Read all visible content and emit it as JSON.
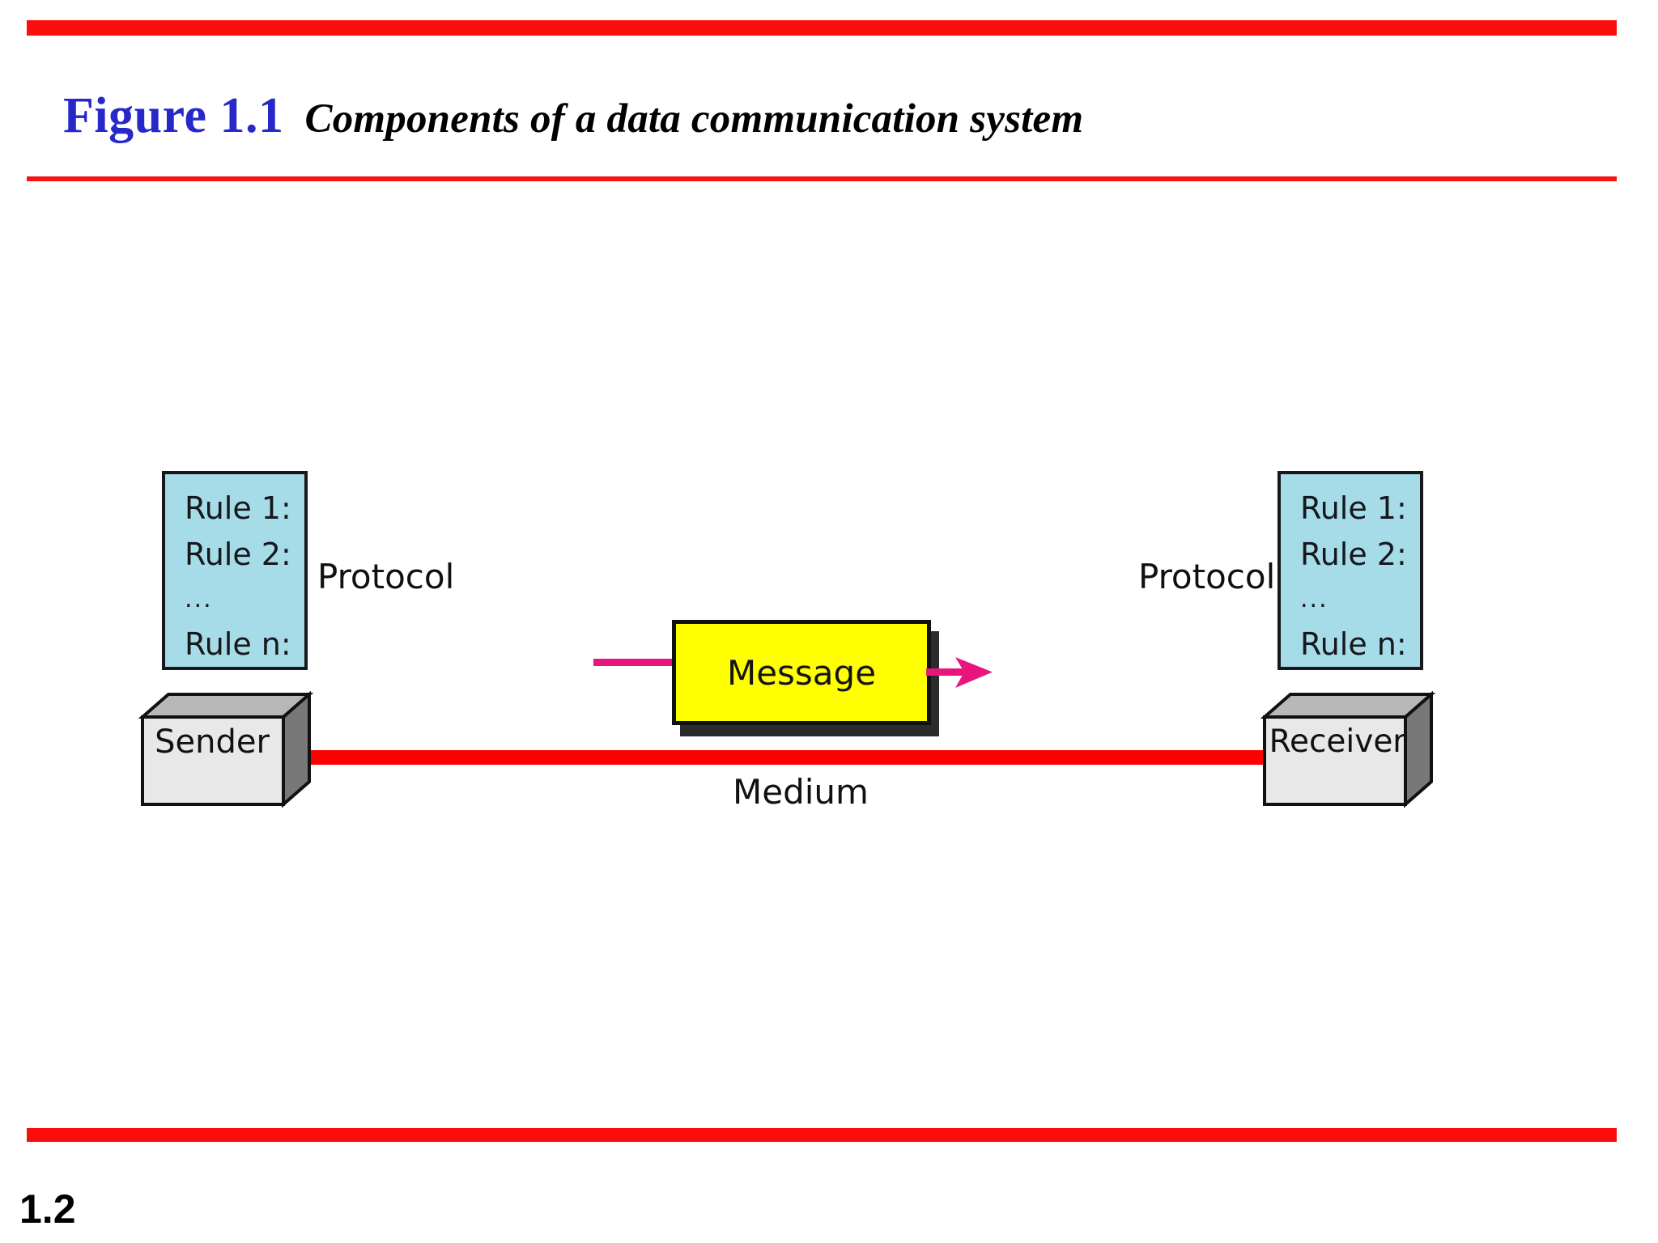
{
  "slide": {
    "page_number": "1.2",
    "title": {
      "figure_label": "Figure 1.1",
      "caption": "Components of a data communication system"
    },
    "accent_color": "#fc0d0d",
    "title_color": "#2828c8"
  },
  "diagram": {
    "type": "block-diagram",
    "sender": {
      "label": "Sender",
      "face_color": "#e8e8e8",
      "top_color": "#b8b8b8",
      "side_color": "#787878"
    },
    "receiver": {
      "label": "Receiver",
      "face_color": "#e8e8e8",
      "top_color": "#b8b8b8",
      "side_color": "#787878"
    },
    "message": {
      "label": "Message",
      "fill_color": "#ffff00",
      "shadow_color": "#2b2b2b"
    },
    "medium": {
      "label": "Medium",
      "line_color": "#fd0000"
    },
    "flow_arrow": {
      "color": "#e8157e",
      "direction": "left-to-right"
    },
    "protocol_left": {
      "label": "Protocol",
      "box_color": "#a6dce8",
      "rules": [
        "Rule 1:",
        "Rule 2:",
        "...",
        "Rule n:"
      ]
    },
    "protocol_right": {
      "label": "Protocol",
      "box_color": "#a6dce8",
      "rules": [
        "Rule 1:",
        "Rule 2:",
        "...",
        "Rule n:"
      ]
    }
  }
}
